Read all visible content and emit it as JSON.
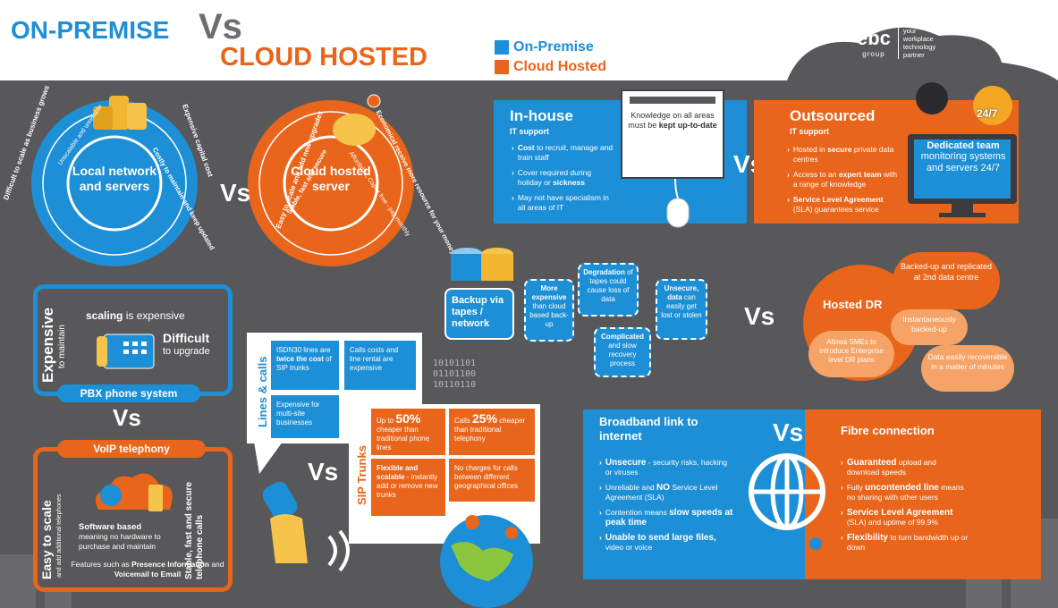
{
  "header": {
    "title_line1": "ON-PREMISE",
    "title_vs": "Vs",
    "title_line2": "CLOUD HOSTED",
    "legend": [
      {
        "label": "On-Premise",
        "color": "#1c8fd6"
      },
      {
        "label": "Cloud Hosted",
        "color": "#e8651b"
      }
    ],
    "logo_name": "ebc",
    "logo_sub": "group",
    "logo_tagline": [
      "your",
      "workplace",
      "technology",
      "partner"
    ]
  },
  "colors": {
    "blue": "#1c8fd6",
    "orange": "#e8651b",
    "gray": "#58585a"
  },
  "rings": {
    "left_center": "Local network and servers",
    "left_ring": [
      "Difficult to scale as business grows",
      "Unscalable and unreliable",
      "Expensive capital cost",
      "Costly to maintain and keep updated"
    ],
    "vs": "Vs",
    "right_center": "Cloud hosted server",
    "right_ring": [
      "Easy to scale and add new upgrades",
      "Stable, fast and secure",
      "Economical receive more resource for your money",
      "Affordable, Capex free - pay monthly"
    ]
  },
  "it_support": {
    "inhouse_title": "In-house",
    "inhouse_sub": "IT support",
    "inhouse_points": [
      {
        "bold": "Cost",
        "rest": " to recruit, manage and train staff"
      },
      {
        "bold": "",
        "rest": "Cover required during holiday or ",
        "bold2": "sickness"
      },
      {
        "bold": "",
        "rest": "May not have specialism in all areas of IT"
      }
    ],
    "book_text": "Knowledge on all areas must be",
    "book_bold": "kept up-to-date",
    "vs": "Vs",
    "outsourced_title": "Outsourced",
    "outsourced_sub": "IT support",
    "outsourced_points": [
      {
        "pre": "Hosted in ",
        "bold": "secure",
        "post": " private data centres"
      },
      {
        "pre": "Access to an ",
        "bold": "expert team",
        "post": " with a range of knowledge"
      },
      {
        "pre": "",
        "bold": "Service Level Agreement",
        "post": " (SLA) guarantees service"
      }
    ],
    "badge": "24/7",
    "monitor_title": "Dedicated team",
    "monitor_text": "monitoring systems and servers 24/7"
  },
  "pbx": {
    "expensive": "Expensive",
    "to_maintain": "to maintain",
    "scaling_bold": "scaling",
    "scaling_rest": " is expensive",
    "difficult": "Difficult",
    "to_upgrade": "to upgrade",
    "label": "PBX phone system",
    "vs": "Vs",
    "voip_label": "VoIP telephony",
    "easy": "Easy to scale",
    "easy_sub": "and add additional telephones",
    "software_bold": "Software based",
    "software_rest": "meaning no hardware to purchase and maintain",
    "stable": "Stable, fast and secure telephone calls",
    "features_pre": "Features such as ",
    "features_b1": "Presence Information",
    "features_mid": " and ",
    "features_b2": "Voicemail to Email"
  },
  "backup": {
    "title": "Backup via tapes / network",
    "boxes": [
      {
        "bold": "More expensive",
        "rest": " than cloud based back-up"
      },
      {
        "bold": "Degradation",
        "rest": " of tapes could cause loss of data"
      },
      {
        "bold": "Complicated",
        "rest": " and slow recovery process"
      },
      {
        "bold": "Unsecure, data",
        "rest": " can easily get lost or stolen"
      }
    ],
    "binary": [
      "10101101",
      "01101100",
      "10110110"
    ],
    "vs": "Vs",
    "hosted_dr": "Hosted DR",
    "clouds": [
      "Backed-up and replicated at 2nd data centre",
      "Instantaneously backed-up",
      "Allows SMEs to introduce Enterprise level DR plans",
      "Data easily recoverable in a matter of minutes"
    ]
  },
  "lines": {
    "lines_label": "Lines & calls",
    "sip_label": "SIP Trunks",
    "vs": "Vs",
    "lines_cells": [
      {
        "pre": "ISDN30 lines are ",
        "bold": "twice the cost",
        "post": " of SIP trunks"
      },
      {
        "pre": "Calls costs and line rental are expensive",
        "bold": "",
        "post": ""
      },
      {
        "pre": "Expensive for multi-site businesses",
        "bold": "",
        "post": ""
      }
    ],
    "sip_cells": [
      {
        "pre": "Up to ",
        "bold": "50%",
        "post": " cheaper than traditional phone lines"
      },
      {
        "pre": "Calls ",
        "bold": "25%",
        "post": " cheaper than traditional telephony"
      },
      {
        "pre": "",
        "bold": "Flexible and scalable",
        "post": " - instantly add or remove new trunks"
      },
      {
        "pre": "No charges for calls between different geographical offices",
        "bold": "",
        "post": ""
      }
    ]
  },
  "broadband": {
    "title": "Broadband link to internet",
    "vs": "Vs",
    "points": [
      {
        "bold": "Unsecure",
        "rest": " - security risks, hacking or viruses"
      },
      {
        "bold": "NO",
        "pre": "Unreliable and ",
        "rest": " Service Level Agreement (SLA)"
      },
      {
        "bold": "slow speeds at peak time",
        "pre": "Contention means ",
        "rest": ""
      },
      {
        "bold": "Unable to send large files,",
        "pre": "",
        "rest": " video or voice"
      }
    ],
    "fibre_title": "Fibre connection",
    "fibre_points": [
      {
        "bold": "Guaranteed",
        "pre": "",
        "rest": " upload and download speeds"
      },
      {
        "bold": "uncontended line",
        "pre": "Fully ",
        "rest": " means no sharing with other users"
      },
      {
        "bold": "Service Level Agreement",
        "pre": "",
        "rest": " (SLA) and uptime of 99.9%"
      },
      {
        "bold": "Flexibility",
        "pre": "",
        "rest": " to turn bandwidth up or down"
      }
    ]
  }
}
